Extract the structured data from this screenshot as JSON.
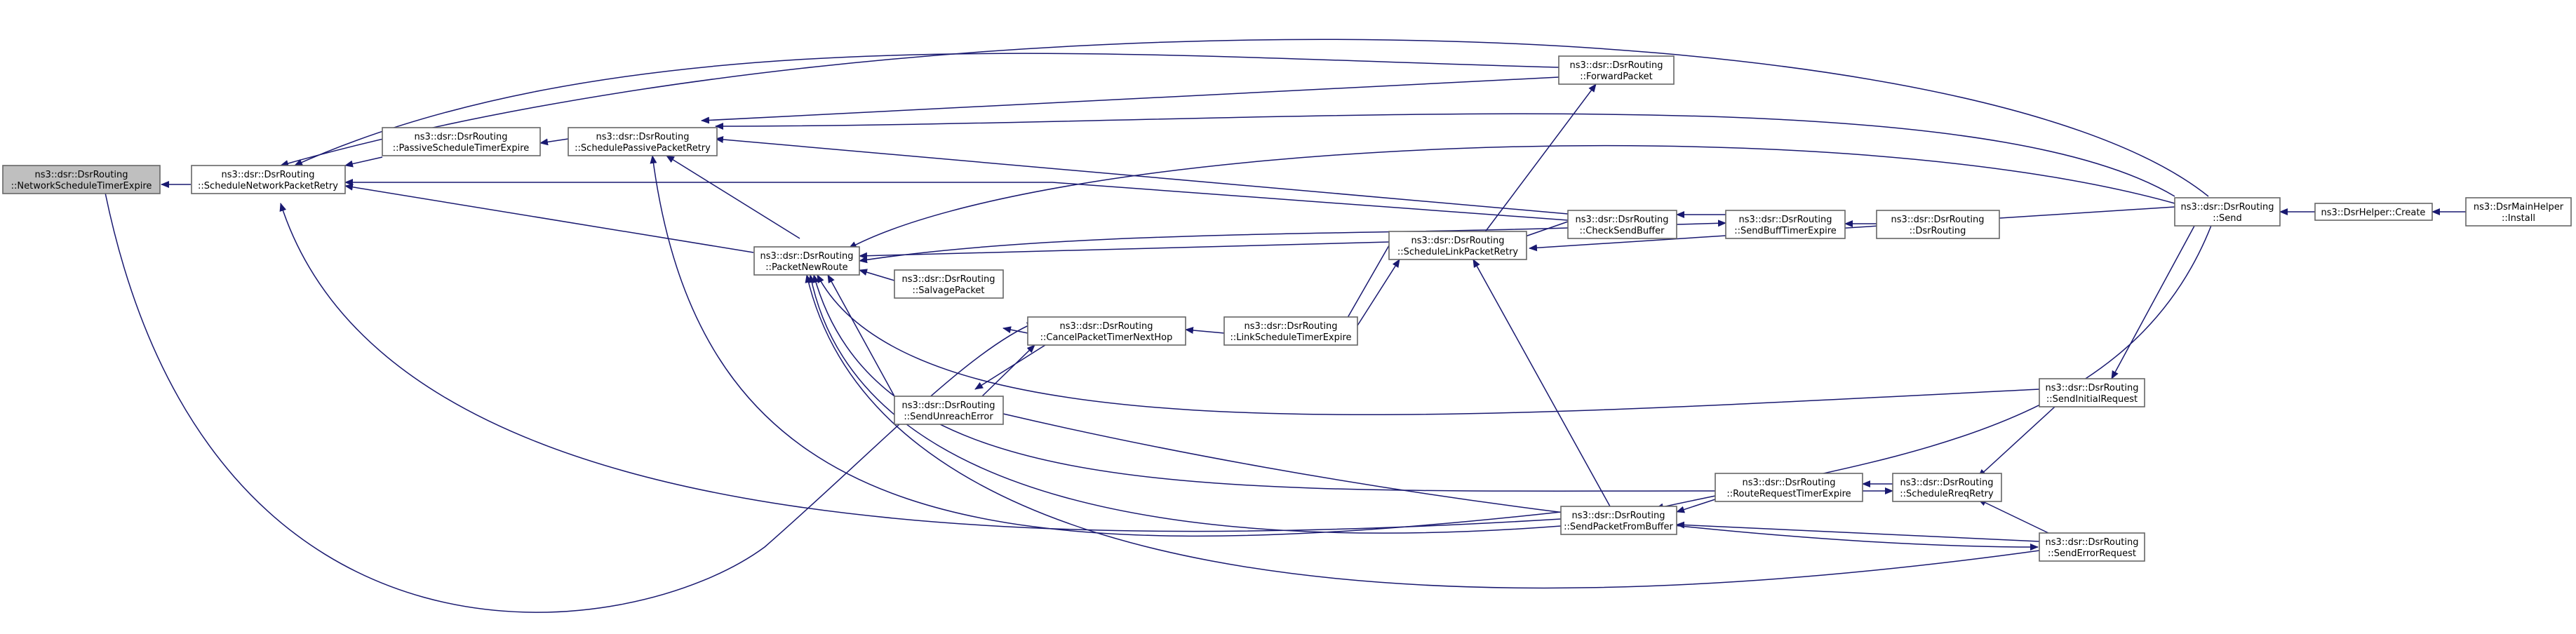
{
  "diagram": {
    "colors": {
      "edge": "#191970",
      "node_border": "#666666",
      "root_fill": "#bfbfbf",
      "node_fill": "#ffffff"
    },
    "nodes": [
      {
        "id": "n0",
        "lines": [
          "ns3::dsr::DsrRouting",
          "::NetworkScheduleTimerExpire"
        ],
        "root": true
      },
      {
        "id": "n1",
        "lines": [
          "ns3::dsr::DsrRouting",
          "::ScheduleNetworkPacketRetry"
        ]
      },
      {
        "id": "n2",
        "lines": [
          "ns3::dsr::DsrRouting",
          "::PassiveScheduleTimerExpire"
        ]
      },
      {
        "id": "n3",
        "lines": [
          "ns3::dsr::DsrRouting",
          "::SchedulePassivePacketRetry"
        ]
      },
      {
        "id": "n4",
        "lines": [
          "ns3::dsr::DsrRouting",
          "::PacketNewRoute"
        ]
      },
      {
        "id": "n5",
        "lines": [
          "ns3::dsr::DsrRouting",
          "::SalvagePacket"
        ]
      },
      {
        "id": "n6",
        "lines": [
          "ns3::dsr::DsrRouting",
          "::SendUnreachError"
        ]
      },
      {
        "id": "n7",
        "lines": [
          "ns3::dsr::DsrRouting",
          "::CancelPacketTimerNextHop"
        ]
      },
      {
        "id": "n8",
        "lines": [
          "ns3::dsr::DsrRouting",
          "::LinkScheduleTimerExpire"
        ]
      },
      {
        "id": "n9",
        "lines": [
          "ns3::dsr::DsrRouting",
          "::ScheduleLinkPacketRetry"
        ]
      },
      {
        "id": "n10",
        "lines": [
          "ns3::dsr::DsrRouting",
          "::ForwardPacket"
        ]
      },
      {
        "id": "n11",
        "lines": [
          "ns3::dsr::DsrRouting",
          "::CheckSendBuffer"
        ]
      },
      {
        "id": "n12",
        "lines": [
          "ns3::dsr::DsrRouting",
          "::SendBuffTimerExpire"
        ]
      },
      {
        "id": "n13",
        "lines": [
          "ns3::dsr::DsrRouting",
          "::DsrRouting"
        ]
      },
      {
        "id": "n14",
        "lines": [
          "ns3::dsr::DsrRouting",
          "::SendPacketFromBuffer"
        ]
      },
      {
        "id": "n15",
        "lines": [
          "ns3::dsr::DsrRouting",
          "::RouteRequestTimerExpire"
        ]
      },
      {
        "id": "n16",
        "lines": [
          "ns3::dsr::DsrRouting",
          "::ScheduleRreqRetry"
        ]
      },
      {
        "id": "n17",
        "lines": [
          "ns3::dsr::DsrRouting",
          "::SendInitialRequest"
        ]
      },
      {
        "id": "n18",
        "lines": [
          "ns3::dsr::DsrRouting",
          "::SendErrorRequest"
        ]
      },
      {
        "id": "n19",
        "lines": [
          "ns3::dsr::DsrRouting",
          "::Send"
        ]
      },
      {
        "id": "n20",
        "lines": [
          "ns3::DsrHelper::Create"
        ]
      },
      {
        "id": "n21",
        "lines": [
          "ns3::DsrMainHelper",
          "::Install"
        ]
      }
    ]
  }
}
